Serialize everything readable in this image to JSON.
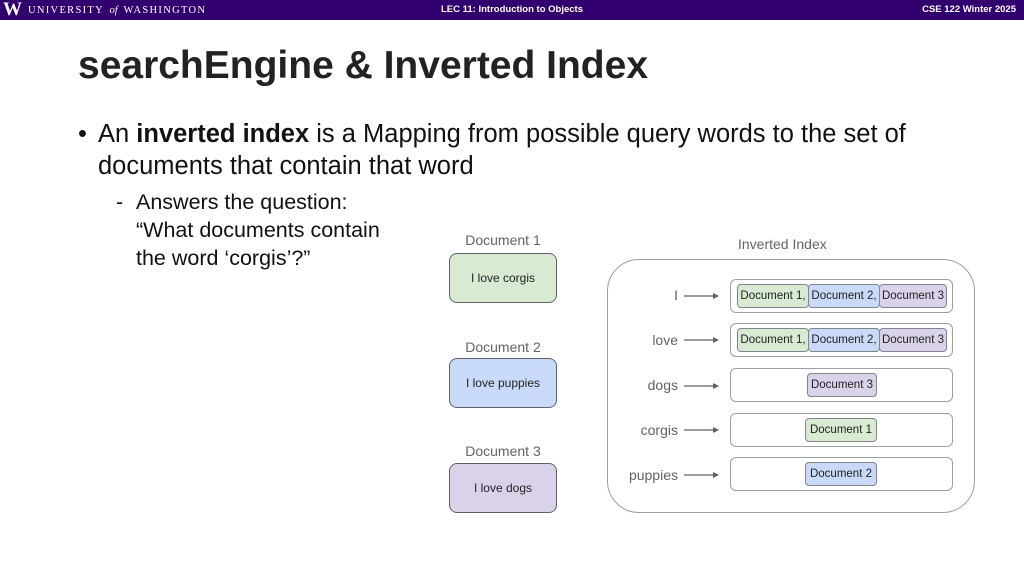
{
  "header": {
    "logo_mark": "W",
    "university_part1": "UNIVERSITY",
    "university_of": "of",
    "university_part2": "WASHINGTON",
    "lecture": "LEC 11: Introduction to Objects",
    "course": "CSE 122 Winter 2025"
  },
  "slide": {
    "title": "searchEngine & Inverted Index",
    "bullet": {
      "marker": "•",
      "prefix": "An ",
      "bold": "inverted index",
      "rest": " is a Mapping from possible query words to the set of documents that contain that word"
    },
    "sub_bullet": {
      "marker": "-",
      "line1": "Answers the question:",
      "line2": "“What documents contain",
      "line3": "the word ‘corgis’?”"
    }
  },
  "diagram": {
    "documents": [
      {
        "label": "Document 1",
        "text": "I love corgis"
      },
      {
        "label": "Document 2",
        "text": "I love puppies"
      },
      {
        "label": "Document 3",
        "text": "I love dogs"
      }
    ],
    "inverted_index_label": "Inverted Index",
    "entries": [
      {
        "word": "I",
        "docs": [
          "Document 1,",
          "Document 2,",
          "Document 3"
        ]
      },
      {
        "word": "love",
        "docs": [
          "Document 1,",
          "Document 2,",
          "Document 3"
        ]
      },
      {
        "word": "dogs",
        "docs": [
          "Document 3"
        ]
      },
      {
        "word": "corgis",
        "docs": [
          "Document 1"
        ]
      },
      {
        "word": "puppies",
        "docs": [
          "Document 2"
        ]
      }
    ],
    "colors": {
      "document_1": "#d9ead3",
      "document_2": "#c9daf8",
      "document_3": "#d9d2e9",
      "header_purple": "#32006e"
    }
  }
}
